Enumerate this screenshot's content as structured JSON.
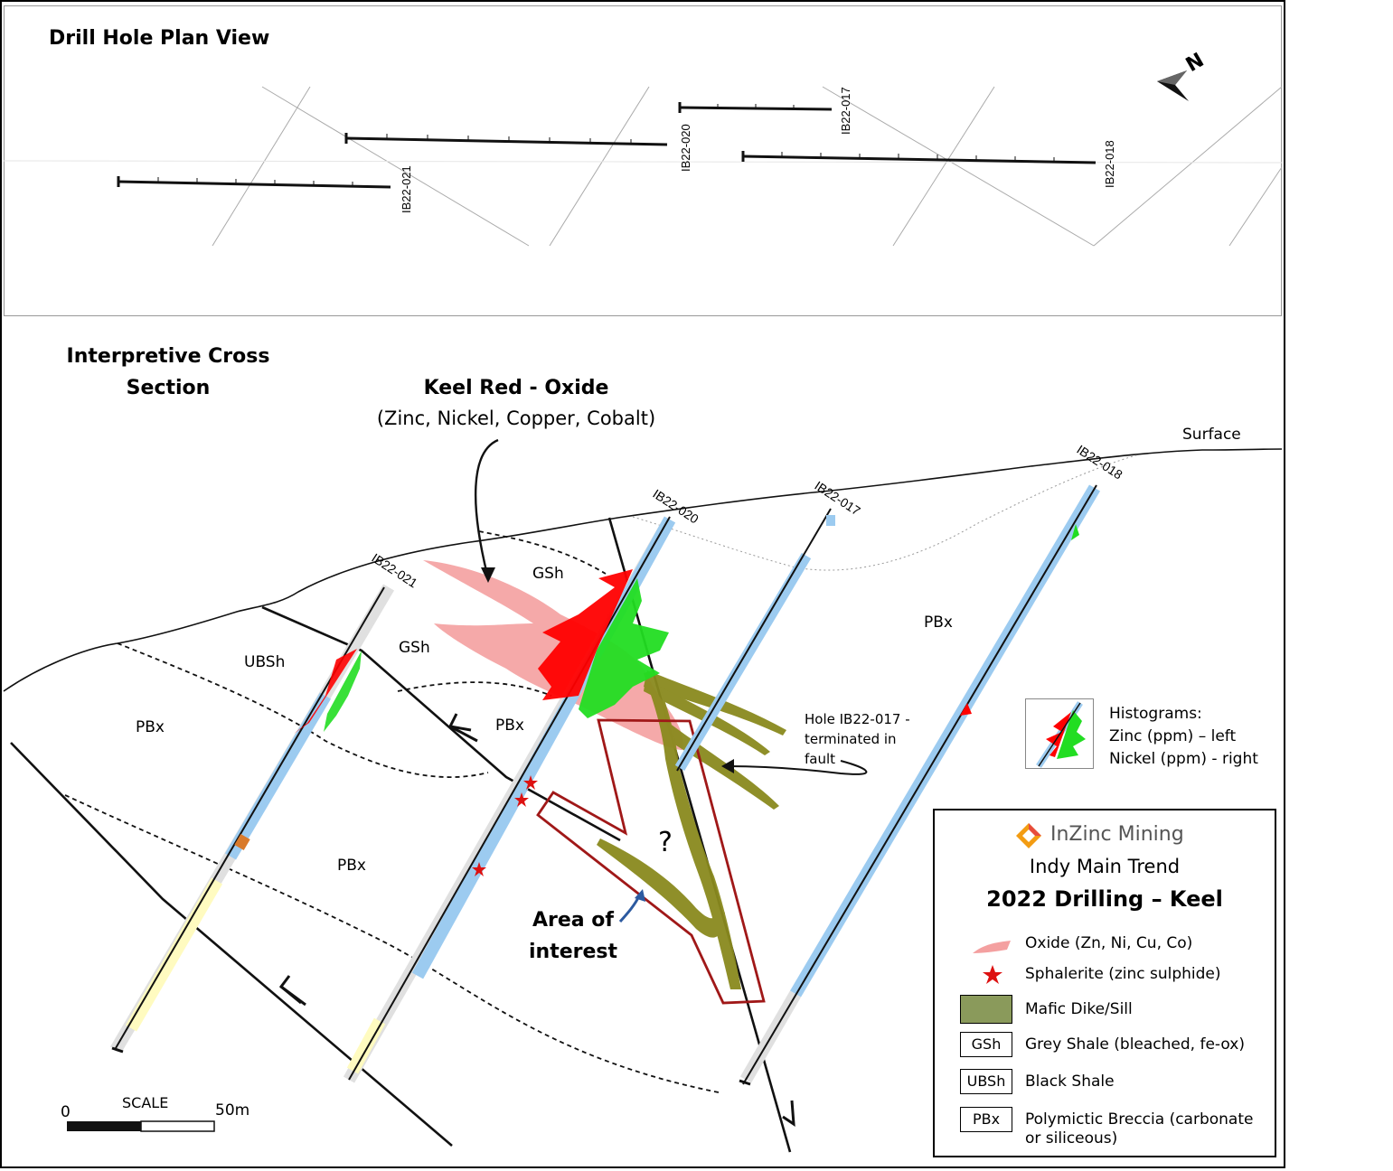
{
  "plan_view": {
    "title": "Drill Hole Plan View",
    "north_label": "N",
    "holes": [
      "IB22-021",
      "IB22-020",
      "IB22-017",
      "IB22-018"
    ]
  },
  "cross_section": {
    "title_line1": "Interpretive Cross",
    "title_line2": "Section",
    "callout_title": "Keel Red - Oxide",
    "callout_subtitle": "(Zinc, Nickel, Copper, Cobalt)",
    "surface_label": "Surface",
    "holes": [
      "IB22-021",
      "IB22-020",
      "IB22-017",
      "IB22-018"
    ],
    "units": {
      "gsh_upper": "GSh",
      "gsh_lower": "GSh",
      "ubsh": "UBSh",
      "pbx_left": "PBx",
      "pbx_mid": "PBx",
      "pbx_lower": "PBx",
      "pbx_right": "PBx"
    },
    "fault_note_line1": "Hole IB22-017 -",
    "fault_note_line2": "terminated in",
    "fault_note_line3": "fault",
    "area_label_line1": "Area of",
    "area_label_line2": "interest",
    "question_mark": "?",
    "scale": {
      "label": "SCALE",
      "min": "0",
      "max": "50m"
    }
  },
  "histogram_key": {
    "line1": "Histograms:",
    "line2": "Zinc (ppm) – left",
    "line3": "Nickel (ppm) - right"
  },
  "legend": {
    "company": "InZinc Mining",
    "project": "Indy Main Trend",
    "title": "2022 Drilling – Keel",
    "items": [
      {
        "symbol": "oxide",
        "label": "Oxide (Zn, Ni, Cu, Co)"
      },
      {
        "symbol": "star",
        "label": "Sphalerite (zinc sulphide)"
      },
      {
        "symbol": "mafic",
        "label": "Mafic Dike/Sill"
      },
      {
        "symbol": "GSh",
        "label": "Grey Shale (bleached, fe-ox)"
      },
      {
        "symbol": "UBSh",
        "label": "Black Shale"
      },
      {
        "symbol": "PBx",
        "label": "Polymictic Breccia (carbonate or siliceous)"
      }
    ]
  },
  "colors": {
    "oxide": "#f4a0a0",
    "zinc": "#ff0000",
    "nickel": "#22dd22",
    "mafic": "#8a8a1e",
    "hole_core": "#9ccbf0",
    "area_outline": "#a01818",
    "logo_orange": "#f39c12",
    "logo_red": "#e74c3c"
  }
}
